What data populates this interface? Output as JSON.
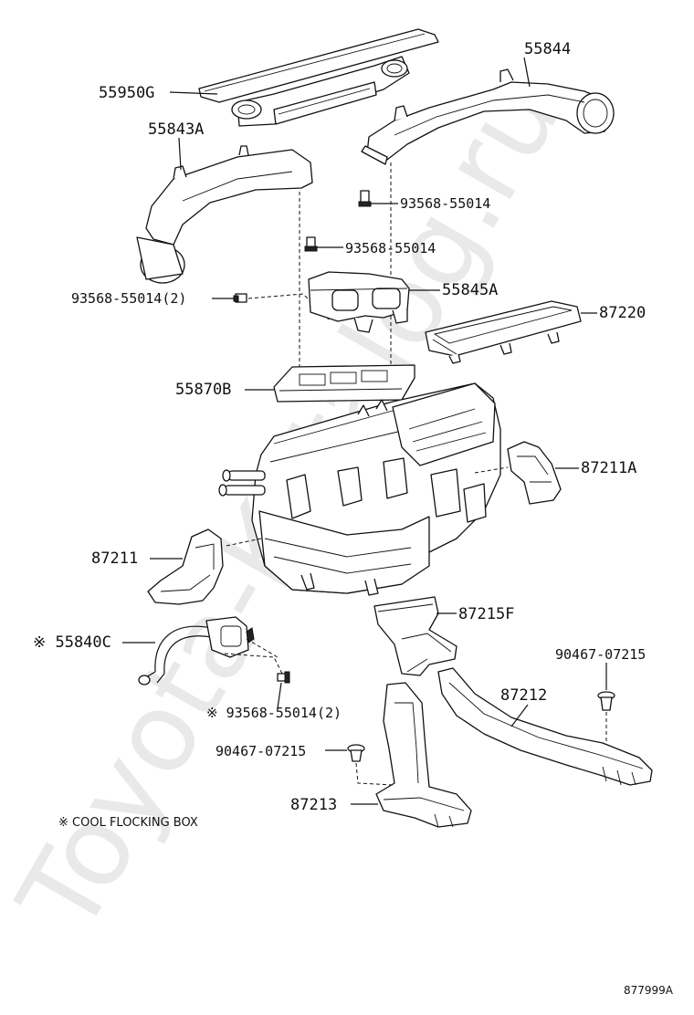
{
  "watermark": "Toyota-Katalog.ru",
  "labels": {
    "p55950g": "55950G",
    "p55844": "55844",
    "p55843a": "55843A",
    "p93568_a": "93568-55014",
    "p93568_b": "93568-55014",
    "p93568_c": "93568-55014(2)",
    "p55845a": "55845A",
    "p87220": "87220",
    "p55870b": "55870B",
    "p87211a": "87211A",
    "p87211": "87211",
    "p55840c": "※ 55840C",
    "p87215f": "87215F",
    "p90467_a": "90467-07215",
    "p93568_d": "※ 93568-55014(2)",
    "p87212": "87212",
    "p90467_b": "90467-07215",
    "p87213": "87213"
  },
  "footnote": "※ COOL FLOCKING BOX",
  "figure_code": "877999A"
}
